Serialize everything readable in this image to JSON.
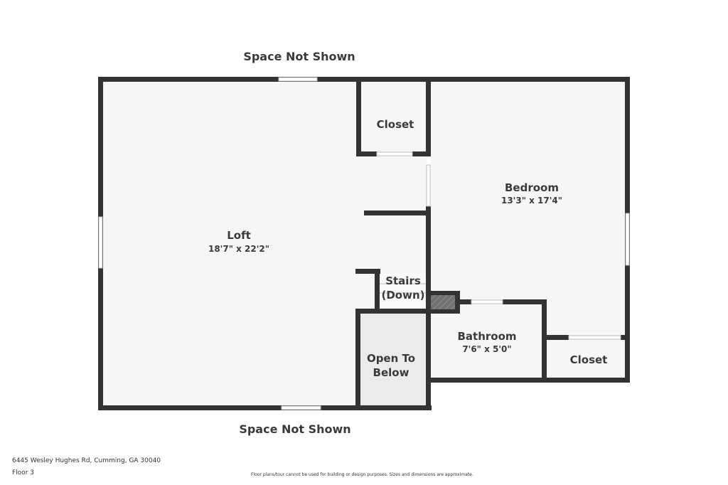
{
  "notes": {
    "top": "Space Not Shown",
    "bottom": "Space Not Shown"
  },
  "rooms": {
    "loft": {
      "name": "Loft",
      "dims": "18'7\" x 22'2\""
    },
    "closet_top": {
      "name": "Closet"
    },
    "bedroom": {
      "name": "Bedroom",
      "dims": "13'3\" x 17'4\""
    },
    "stairs": {
      "line1": "Stairs",
      "line2": "(Down)"
    },
    "open_below": {
      "line1": "Open To",
      "line2": "Below"
    },
    "bathroom": {
      "name": "Bathroom",
      "dims": "7'6\" x 5'0\""
    },
    "closet_right": {
      "name": "Closet"
    }
  },
  "footer": {
    "address": "6445 Wesley Hughes Rd, Cumming, GA 30040",
    "floor": "Floor 3",
    "disclaimer": "Floor plans/tour cannot be used for building or design purposes. Sizes and dimensions are approximate."
  }
}
